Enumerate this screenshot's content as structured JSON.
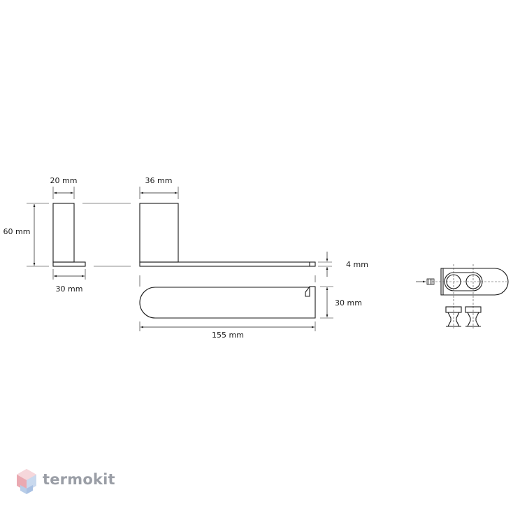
{
  "dimensions": {
    "side_width": "20 mm",
    "side_height": "60 mm",
    "side_base": "30 mm",
    "front_width": "36 mm",
    "arm_thickness": "4 mm",
    "top_depth": "30 mm",
    "total_length": "155 mm"
  },
  "brand": {
    "name": "termokit",
    "logo": "termokit-hexagon-logo"
  },
  "colors": {
    "line": "#1a1a1a",
    "logo_text": "#9a9ea6"
  }
}
